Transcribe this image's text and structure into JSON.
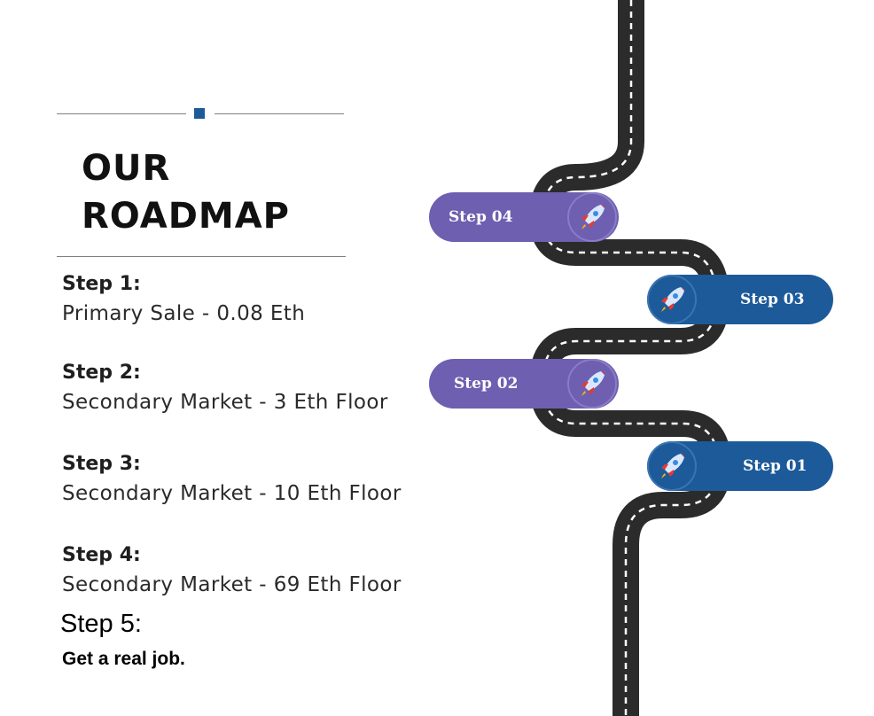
{
  "header": {
    "title_line1": "OUR",
    "title_line2": "ROADMAP"
  },
  "steps": [
    {
      "heading": "Step 1:",
      "text": "Primary Sale - 0.08 Eth"
    },
    {
      "heading": "Step 2:",
      "text": "Secondary Market - 3 Eth Floor"
    },
    {
      "heading": "Step 3:",
      "text": "Secondary Market - 10 Eth Floor"
    },
    {
      "heading": "Step 4:",
      "text": "Secondary Market - 69 Eth Floor"
    }
  ],
  "step5": {
    "heading": "Step 5:",
    "text": "Get a real job."
  },
  "road": {
    "milestones": [
      {
        "label": "Step 04",
        "icon": "rocket-icon"
      },
      {
        "label": "Step 03",
        "icon": "rocket-icon"
      },
      {
        "label": "Step 02",
        "icon": "rocket-icon"
      },
      {
        "label": "Step 01",
        "icon": "rocket-icon"
      }
    ]
  },
  "colors": {
    "purple": "#6f5fb0",
    "blue": "#1d5a9a",
    "road": "#2b2b2b"
  }
}
